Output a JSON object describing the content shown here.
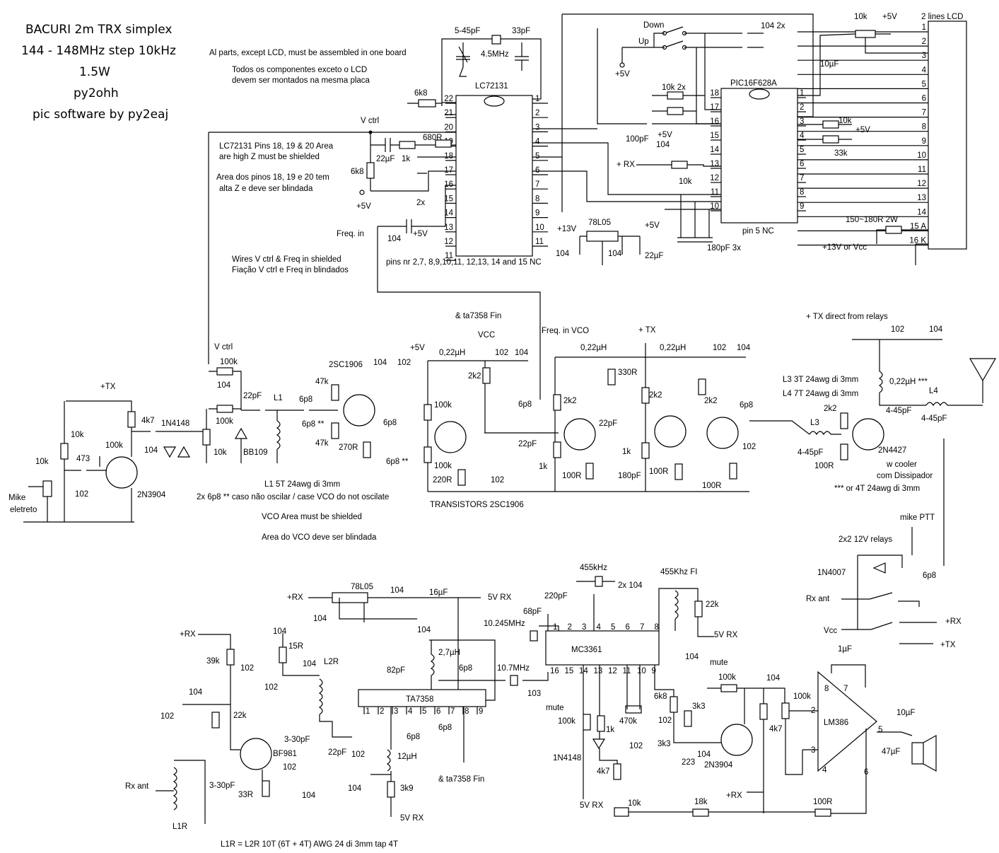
{
  "title": {
    "line1": "BACURI 2m TRX simplex",
    "line2": "144 - 148MHz step 10kHz",
    "line3": "1.5W",
    "line4": "py2ohh",
    "line5": "pic software by py2eaj"
  },
  "notes": {
    "assembly_en": "Al parts, except LCD, must be assembled in one board",
    "assembly_pt1": "Todos os componentes exceto o LCD",
    "assembly_pt2": "devem ser montados na mesma placa",
    "hiz_en1": "LC72131 Pins 18, 19 & 20 Area",
    "hiz_en2": "are high Z  must be shielded",
    "hiz_pt1": "Area dos pinos 18, 19 e 20 tem",
    "hiz_pt2": "alta Z e deve ser blindada",
    "wires_en": "Wires V ctrl & Freq in shielded",
    "wires_pt": "Fiação V ctrl e Freq in blindados",
    "nc_pins": "pins nr 2,7, 8,9,10,11, 12,13, 14 and 15 NC",
    "pin5nc": "pin 5 NC",
    "l1": "L1 5T 24awg di 3mm",
    "osc1": "2x 6p8 ** caso não oscilar / case VCO do not oscilate",
    "vco_en": "VCO Area must be shielded",
    "vco_pt": "Area do VCO deve ser blindada",
    "transistors": "TRANSISTORS  2SC1906",
    "l3": "L3 3T 24awg di 3mm",
    "l4": "L4 7T 24awg di 3mm",
    "cooler1": "w cooler",
    "cooler2": "com Dissipador",
    "alt_coil": "*** or 4T 24awg di 3mm",
    "l1r": "L1R = L2R 10T (6T + 4T) AWG 24 di 3mm tap 4T"
  },
  "ics": {
    "pll": "LC72131",
    "mcu": "PIC16F628A",
    "lcd": "2 lines LCD",
    "reg1": "78L05",
    "reg2": "78L05",
    "mixer": "TA7358",
    "fm_if": "MC3361",
    "audio": "LM386"
  },
  "pll_pins_left": [
    "22",
    "21",
    "20",
    "19",
    "18",
    "17",
    "16",
    "15",
    "14",
    "13",
    "12",
    "11"
  ],
  "pll_pins_right": [
    "1",
    "2",
    "3",
    "4",
    "5",
    "6",
    "7",
    "8",
    "9",
    "10",
    "11"
  ],
  "mcu_pins_left": [
    "1",
    "2",
    "3",
    "4",
    "5",
    "6",
    "7",
    "8",
    "9"
  ],
  "mcu_pins_right": [
    "18",
    "17",
    "16",
    "15",
    "14",
    "13",
    "12",
    "11",
    "10"
  ],
  "lcd_pins": [
    "1",
    "2",
    "3",
    "4",
    "5",
    "6",
    "7",
    "8",
    "9",
    "10",
    "11",
    "12",
    "13",
    "14",
    "15 A",
    "16 K"
  ],
  "mc_pins_top": [
    "1",
    "2",
    "3",
    "4",
    "5",
    "6",
    "7",
    "8"
  ],
  "mc_pins_bottom": [
    "16",
    "15",
    "14",
    "13",
    "12",
    "11",
    "10",
    "9"
  ],
  "ta_pins": [
    "1",
    "2",
    "3",
    "4",
    "5",
    "6",
    "7",
    "8",
    "9"
  ],
  "lm_pins": [
    "2",
    "3",
    "4",
    "5",
    "6",
    "7",
    "8"
  ],
  "signals": {
    "vctrl": "V ctrl",
    "vctrl2": "V ctrl",
    "freq_in": "Freq. in",
    "freq_vco": "Freq. in VCO",
    "ta_fin": "& ta7358 Fin",
    "ta_fin2": "& ta7358 Fin",
    "down": "Down",
    "up": "Up",
    "plus5_a": "+5V",
    "plus5_b": "+5V",
    "plus5_c": "+5V",
    "plus5_d": "+5V",
    "plus5_e": "+5V",
    "plus5_f": "+5V",
    "plus5_g": "+5V",
    "plus5_h": "+5V",
    "plus5_i": "+5V",
    "plus_rx": "+ RX",
    "plus13": "+13V",
    "plus13vcc": "+13V or Vcc",
    "ptx": "+TX",
    "ptx2": "+ TX",
    "tx_direct": "+ TX direct from relays",
    "vcc": "VCC",
    "vcc2": "Vcc",
    "mike": "Mike",
    "eletreto": "eletreto",
    "mike_ptt": "mike PTT",
    "relays": "2x2 12V relays",
    "rx_ant": "Rx ant",
    "rx_ant2": "Rx ant",
    "prx_a": "+RX",
    "prx_b": "+RX",
    "prx_c": "+RX",
    "prx_d": "+RX",
    "ptx3": "+TX",
    "v5rx_a": "5V RX",
    "v5rx_b": "5V RX",
    "v5rx_c": "5V RX",
    "v5rx_d": "5V RX",
    "mute1": "mute",
    "mute2": "mute"
  },
  "parts": {
    "c545": "5-45pF",
    "c33": "33pF",
    "x45": "4.5MHz",
    "r6k8": "6k8",
    "r680": "680R",
    "c22u": "22µF",
    "r1k": "1k",
    "r6k8b": "6k8",
    "c2x": "2x",
    "c104a": "104",
    "c104_2x": "104 2x",
    "r10k": "10k",
    "c10u": "10µF",
    "r10k2x": "10k 2x",
    "c100p": "100pF",
    "c104b": "104",
    "r10kb": "10k",
    "r10kc": "10k",
    "r33k": "33k",
    "c180p": "180pF 3x",
    "r150": "150~180R 2W",
    "c104c": "104",
    "c104d": "104",
    "c22ub": "22µF",
    "r100k": "100k",
    "c104e": "104",
    "c22p": "22pF",
    "l1": "L1",
    "c6p8a": "6p8",
    "c6p8b": "6p8 **",
    "r100kb": "100k",
    "r10kd": "10k",
    "bb109": "BB109",
    "r47k": "47k",
    "r47kb": "47k",
    "q2sc": "2SC1906",
    "c104f": "104",
    "c102a": "102",
    "r270": "270R",
    "c6p8c": "6p8",
    "c6p8d": "6p8 **",
    "l022a": "0,22µH",
    "c102b": "102",
    "c104g": "104",
    "r2k2a": "2k2",
    "r100kc": "100k",
    "r100kd": "100k",
    "r220": "220R",
    "c102c": "102",
    "c22pb": "22pF",
    "c6p8e": "6p8",
    "l022b": "0,22µH",
    "l022c": "0,22µH",
    "r330": "330R",
    "r2k2b": "2k2",
    "r2k2c": "2k2",
    "r2k2d": "2k2",
    "c102d": "102",
    "c104h": "104",
    "c22pc": "22pF",
    "r1kb": "1k",
    "r1kc": "1k",
    "r100ra": "100R",
    "c180pb": "180pF",
    "r100rb": "100R",
    "r100rc": "100R",
    "c6p8f": "6p8",
    "c102e": "102",
    "c102f": "102",
    "c104i": "104",
    "l022d": "0,22µH ***",
    "c445a": "4-45pF",
    "c445b": "4-45pF",
    "c445c": "4-45pF",
    "l3": "L3",
    "l4": "L4",
    "r2k2e": "2k2",
    "r100rd": "100R",
    "q2n4427": "2N4427",
    "r4k7": "4k7",
    "d1n4148": "1N4148",
    "c104j": "104",
    "r10ke": "10k",
    "r10kf": "10k",
    "c473": "473",
    "r100ke": "100k",
    "c102g": "102",
    "q2n3904": "2N3904",
    "d1n4007": "1N4007",
    "c6p8g": "6p8",
    "c104k": "104",
    "c104l": "104",
    "c16u": "16µF",
    "c104m": "104",
    "r15r": "15R",
    "r39k": "39k",
    "c102h": "102",
    "c102i": "102",
    "c104n": "104",
    "l2r": "L2R",
    "c104o": "104",
    "c102j": "102",
    "r22k": "22k",
    "c330a": "3-30pF",
    "c22pd": "22pF",
    "c102k": "102",
    "qbf981": "BF981",
    "c102l": "102",
    "r33r": "33R",
    "c104p": "104",
    "c330b": "3-30pF",
    "l1r": "L1R",
    "c82p": "82pF",
    "l27u": "2,7µH",
    "c6p8h": "6p8",
    "x107": "10.7MHz",
    "c103": "103",
    "c6p8i": "6p8",
    "c6p8j": "6p8",
    "l12u": "12µH",
    "c104q": "104",
    "r3k9": "3k9",
    "c220p": "220pF",
    "c68p": "68pF",
    "x10245": "10.245MHz",
    "f455": "455kHz",
    "c2x104": "2x 104",
    "if455": "455Khz FI",
    "r22kb": "22k",
    "c104r": "104",
    "r100kf": "100k",
    "r1kd": "1k",
    "r470k": "470k",
    "c102m": "102",
    "c102n": "102",
    "r6k8c": "6k8",
    "r3k3a": "3k3",
    "r3k3b": "3k3",
    "d1n4148b": "1N4148",
    "r4k7b": "4k7",
    "c223": "223",
    "c104s": "104",
    "r100kg": "100k",
    "c104t": "104",
    "q2n3904b": "2N3904",
    "r4k7c": "4k7",
    "r100kh": "100k",
    "c1u": "1µF",
    "c10ub": "10µF",
    "c47u": "47µF",
    "r10kg": "10k",
    "r18k": "18k",
    "r100re": "100R"
  }
}
